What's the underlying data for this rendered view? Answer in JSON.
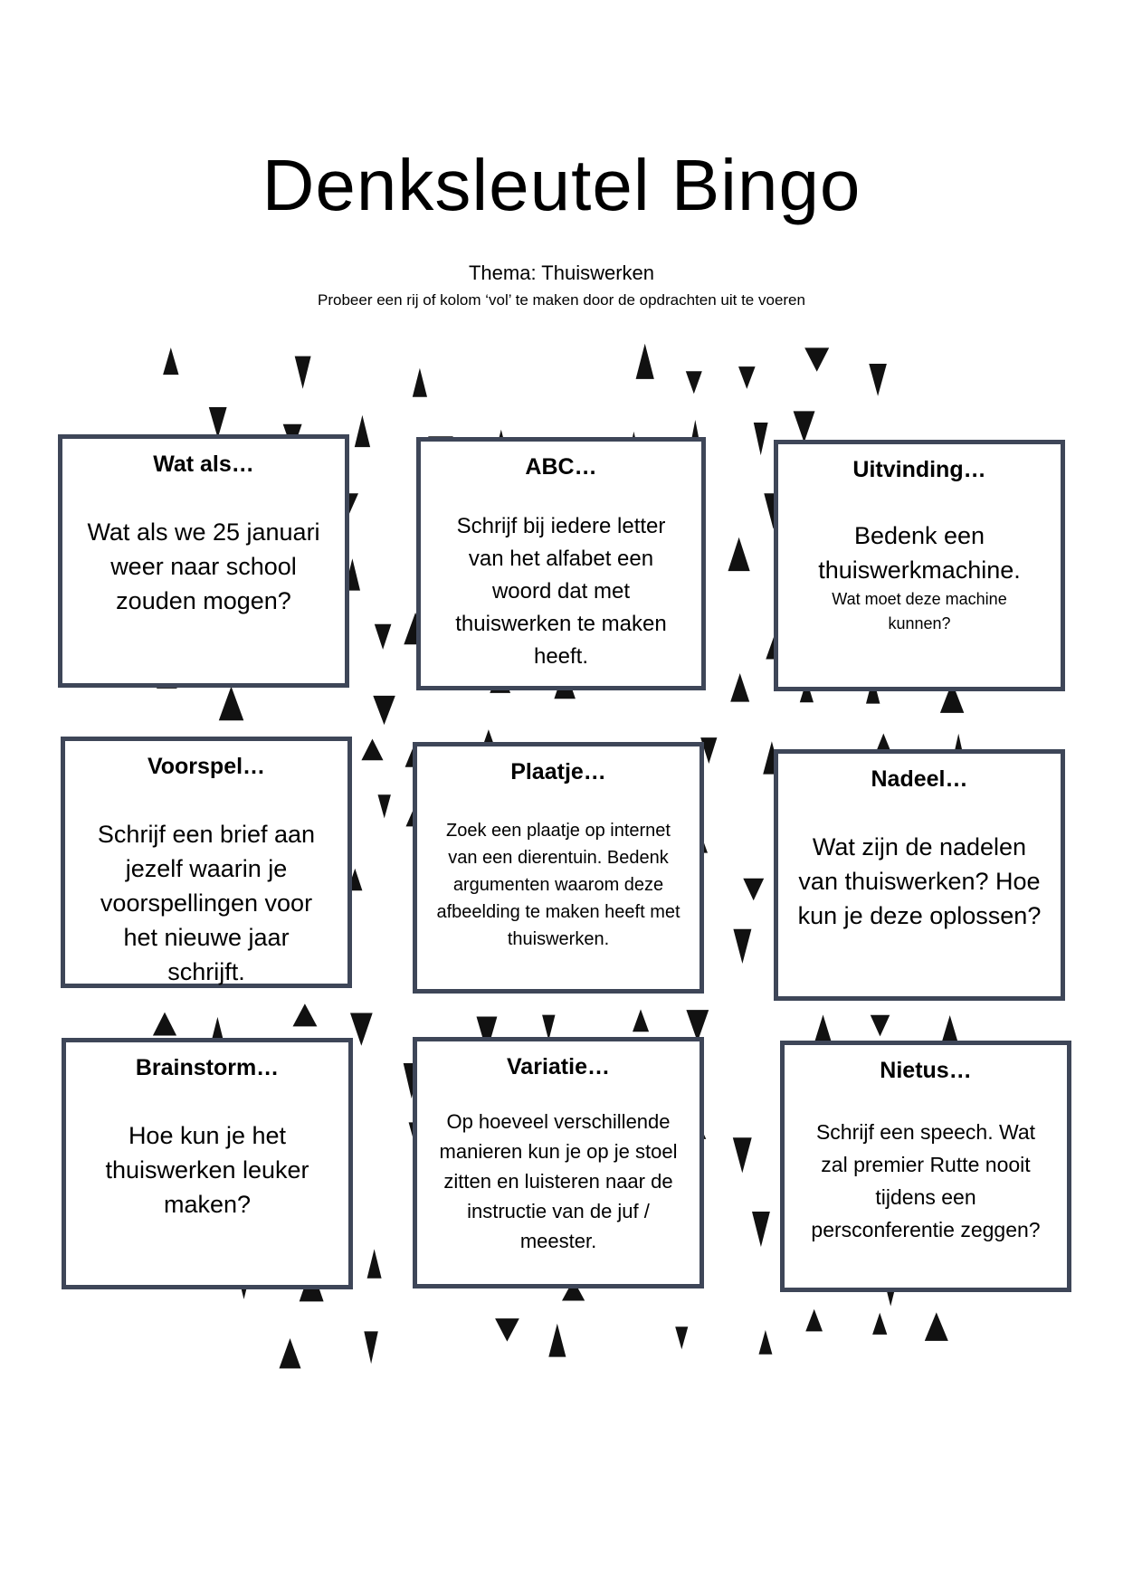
{
  "title": "Denksleutel Bingo",
  "theme": "Thema: Thuiswerken",
  "instruction": "Probeer een rij of kolom ‘vol’ te maken door de opdrachten uit te voeren",
  "cards": [
    {
      "title": "Wat als…",
      "body": "Wat als we 25 januari weer naar school zouden mogen?"
    },
    {
      "title": "ABC…",
      "body": "Schrijf bij iedere letter van het alfabet een woord dat met thuiswerken te maken heeft."
    },
    {
      "title": "Uitvinding…",
      "body": "Bedenk een thuiswerkmachine.",
      "note": "Wat moet deze machine kunnen?"
    },
    {
      "title": "Voorspel…",
      "body": "Schrijf een brief aan jezelf waarin je voorspellingen voor het nieuwe jaar schrijft."
    },
    {
      "title": "Plaatje…",
      "body": "Zoek een plaatje op internet van een dierentuin. Bedenk argumenten waarom deze afbeelding te maken heeft met thuiswerken."
    },
    {
      "title": "Nadeel…",
      "body": "Wat zijn de nadelen van thuiswerken? Hoe kun je deze oplossen?"
    },
    {
      "title": "Brainstorm…",
      "body": "Hoe kun je het thuiswerken leuker maken?"
    },
    {
      "title": "Variatie…",
      "body": "Op hoeveel verschillende manieren kun je op je stoel zitten en luisteren naar de instructie van de juf / meester."
    },
    {
      "title": "Nietus…",
      "body": "Schrijf een speech. Wat zal premier Rutte nooit tijdens een persconferentie zeggen?"
    }
  ],
  "colors": {
    "card_border": "#3e4658",
    "pattern": "#111111"
  }
}
